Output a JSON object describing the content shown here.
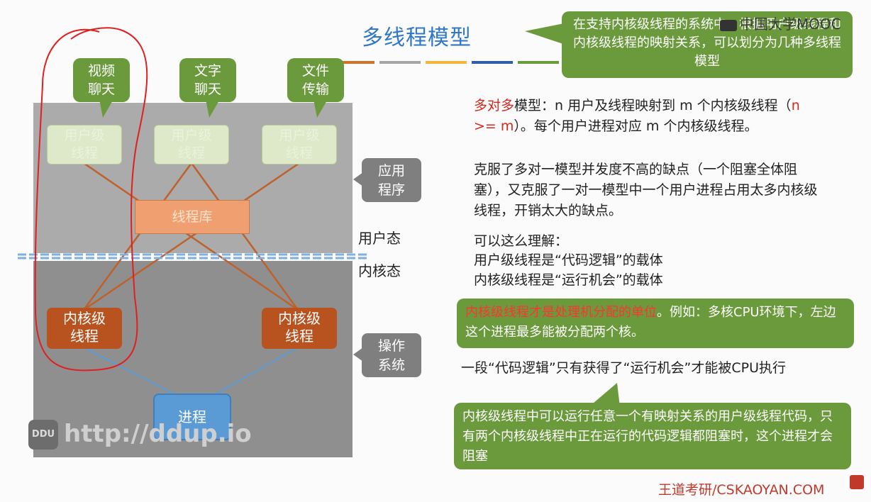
{
  "title": "多线程模型",
  "top_callout": "在支持内核级线程的系统中，根据用户级线程和内核级线程的映射关系，可以划分为几种多线程模型",
  "mooc_logo": "中国大学MOOC",
  "bubbles": [
    "视频\n聊天",
    "文字\n聊天",
    "文件\n传输"
  ],
  "user_threads": [
    "用户级\n线程",
    "用户级\n线程",
    "用户级\n线程"
  ],
  "thread_lib": "线程库",
  "app_label": "应用\n程序",
  "os_label": "操作\n系统",
  "user_mode": "用户态",
  "kernel_mode": "内核态",
  "kernel_threads": [
    "内核级\n线程",
    "内核级\n线程"
  ],
  "process": "进程",
  "watermark": {
    "badge": "DDU",
    "url": "http://ddup.io"
  },
  "text": {
    "p1_red": "多对多",
    "p1_rest": "模型：n 用户及线程映射到 m 个内核级线程（",
    "p1_red2": "n >= m",
    "p1_rest2": "）。每个用户进程对应 m 个内核级线程。",
    "p2": "克服了多对一模型并发度不高的缺点（一个阻塞全体阻塞），又克服了一对一模型中一个用户进程占用太多内核级线程，开销太大的缺点。",
    "p3_line1": "可以这么理解：",
    "p3_line2": "用户级线程是“代码逻辑”的载体",
    "p3_line3": "内核级线程是“运行机会”的载体"
  },
  "green_box1_red": "内核级线程才是处理机分配的单位",
  "green_box1_rest": "。例如：多核CPU环境下，左边这个进程最多能被分配两个核。",
  "p4": "一段“代码逻辑”只有获得了“运行机会”才能被CPU执行",
  "green_box2": "内核级线程中可以运行任意一个有映射关系的用户级线程代码，只有两个内核级线程中正在运行的代码逻辑都阻塞时，这个进程才会阻塞",
  "footer": "王道考研/CSKAOYAN.COM",
  "colors": {
    "accent_blue": "#2f77c8",
    "green": "#6b9a3c",
    "kernel_orange": "#b8521f",
    "lib_orange": "#f0a070",
    "process_blue": "#5b9bd5",
    "red_text": "#d9261c"
  }
}
